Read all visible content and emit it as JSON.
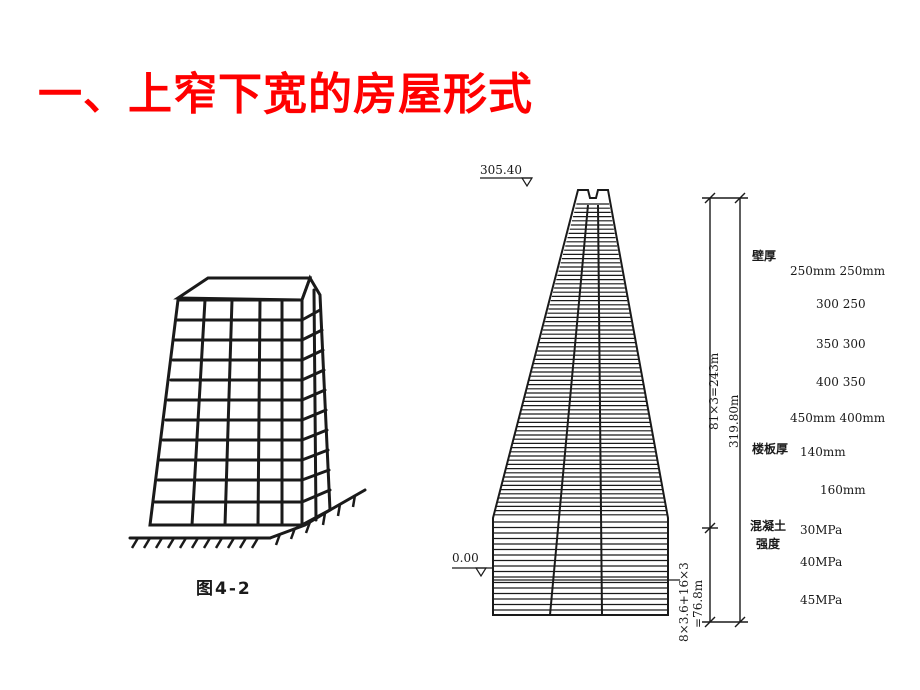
{
  "slide": {
    "title": "一、上窄下宽的房屋形式"
  },
  "figure_left": {
    "caption": "图4-2"
  },
  "figure_right": {
    "elevation_top": "305.40",
    "elevation_bottom": "0.00",
    "dim_upper": "81×3=243m",
    "dim_total": "319.80m",
    "dim_lower_a": "8×3.6+16×3",
    "dim_lower_b": "=76.8m",
    "wall_thickness_label": "壁厚",
    "wall_thickness": [
      "250mm 250mm",
      "300 250",
      "350 300",
      "400 350",
      "450mm 400mm"
    ],
    "slab_label": "楼板厚",
    "slab": [
      "140mm",
      "160mm"
    ],
    "concrete_label_1": "混凝土",
    "concrete_label_2": "强度",
    "concrete": [
      "30MPa",
      "40MPa",
      "45MPa"
    ]
  },
  "colors": {
    "title": "#ff0000",
    "ink": "#1a1a1a"
  }
}
